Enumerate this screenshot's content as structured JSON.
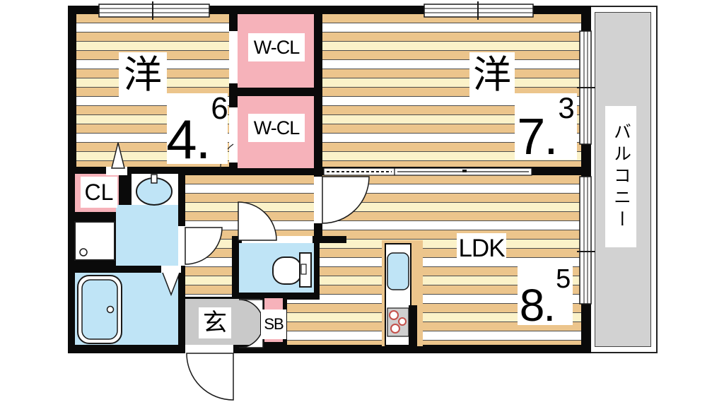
{
  "plan_type": "apartment-floor-plan",
  "rooms": {
    "western_left": {
      "name": "洋",
      "area_main": "4.",
      "area_sup": "6"
    },
    "western_right": {
      "name": "洋",
      "area_main": "7.",
      "area_sup": "3"
    },
    "ldk": {
      "name": "LDK",
      "area_main": "8.",
      "area_sup": "5"
    },
    "walkin_closet_top": {
      "name": "W-CL"
    },
    "walkin_closet_bottom": {
      "name": "W-CL"
    },
    "closet": {
      "name": "CL"
    },
    "entrance_hall": {
      "name": "玄"
    },
    "shoe_box": {
      "name": "SB"
    },
    "balcony": {
      "name": "バルコニー"
    }
  },
  "fixtures": [
    "bathtub",
    "washbasin",
    "washing-machine-pan",
    "toilet",
    "kitchen-sink",
    "gas-stove-3-burner",
    "entrance-swing-door",
    "interior-swing-doors",
    "folding-bath-door",
    "sliding-windows"
  ],
  "colors": {
    "wall_black": "#0a0a0a",
    "closet_pink": "#F6B2BA",
    "water_cyan": "#BFE4F6",
    "balcony_gray": "#D2D2D2",
    "genkan_gray": "#C9C9C9",
    "wood_tan": "#ECC58C",
    "wood_cream": "#FBF2C9",
    "wood_line": "#4d4d4d",
    "stove_gray": "#CFCFCF",
    "burner_red": "#C4504A"
  }
}
